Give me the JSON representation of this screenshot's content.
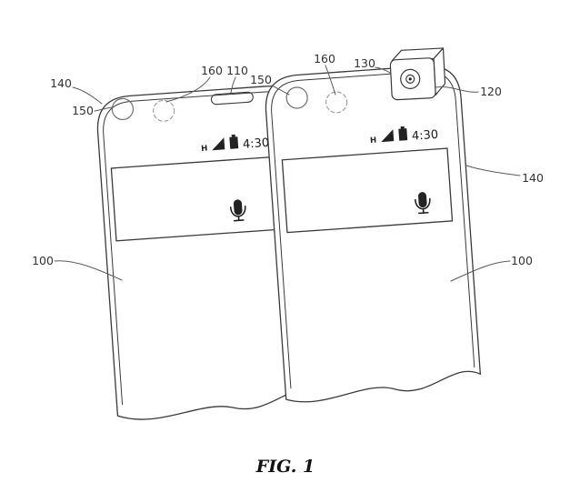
{
  "figure": {
    "caption": "FIG. 1",
    "kind": "patent-line-drawing",
    "colors": {
      "ink": "#3a3a3a",
      "leader": "#5a5a5a",
      "label_text": "#333333",
      "background": "#ffffff"
    }
  },
  "reference_labels": [
    {
      "key": "140-left",
      "text": "140"
    },
    {
      "key": "150-left",
      "text": "150"
    },
    {
      "key": "160-left",
      "text": "160"
    },
    {
      "key": "110",
      "text": "110"
    },
    {
      "key": "150-right",
      "text": "150"
    },
    {
      "key": "160-right",
      "text": "160"
    },
    {
      "key": "130",
      "text": "130"
    },
    {
      "key": "120",
      "text": "120"
    },
    {
      "key": "140-right",
      "text": "140"
    },
    {
      "key": "100-left",
      "text": "100"
    },
    {
      "key": "100-right",
      "text": "100"
    }
  ],
  "left_phone": {
    "status": {
      "network": "H",
      "time": "4:30"
    }
  },
  "right_phone": {
    "status": {
      "network": "H",
      "time": "4:30"
    }
  },
  "icons": {
    "signal": "signal-triangle-icon",
    "battery": "battery-icon",
    "microphone": "microphone-icon",
    "camera_lens": "camera-lens-icon"
  }
}
